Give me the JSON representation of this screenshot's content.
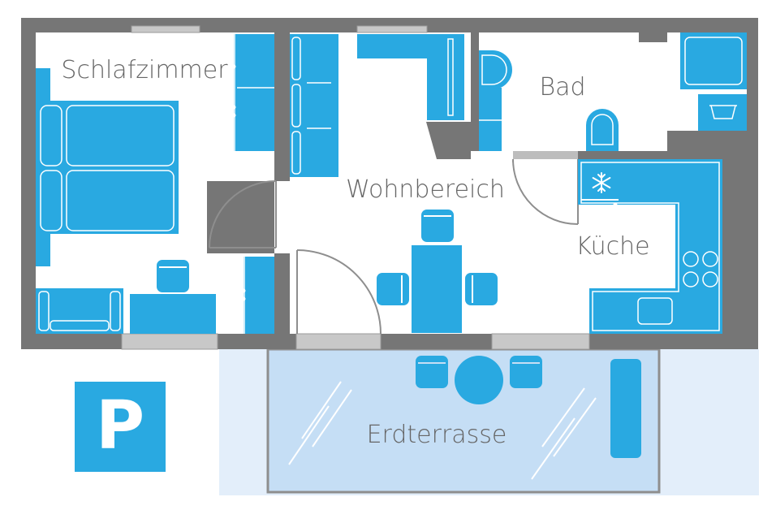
{
  "rooms": {
    "bedroom": "Schlafzimmer",
    "bath": "Bad",
    "living": "Wohnbereich",
    "kitchen": "Küche",
    "terrace": "Erdterrasse"
  },
  "parking": {
    "label": "P"
  },
  "icons": {
    "freezer": "snowflake-icon",
    "sink": "sink-icon",
    "toilet": "toilet-icon",
    "shower": "shower-icon",
    "stove": "stove-icon"
  },
  "colors": {
    "wall": "#767676",
    "furniture": "#29a9e1",
    "terrace_outer": "#e3eefa",
    "terrace_inner": "#c5def5",
    "label": "#666666"
  }
}
